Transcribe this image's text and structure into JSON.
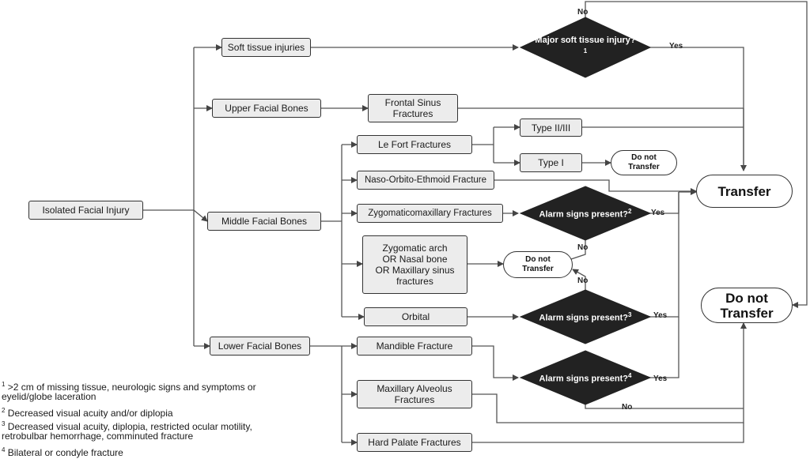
{
  "boxes": {
    "isolated": "Isolated Facial Injury",
    "soft_tissue": "Soft tissue injuries",
    "upper": "Upper Facial Bones",
    "middle": "Middle Facial Bones",
    "lower": "Lower Facial Bones",
    "frontal": "Frontal Sinus Fractures",
    "lefort": "Le Fort Fractures",
    "type23": "Type II/III",
    "type1": "Type I",
    "noe": "Naso-Orbito-Ethmoid Fracture",
    "zmc": "Zygomaticomaxillary Fractures",
    "zygarch": "Zygomatic arch OR Nasal bone OR Maxillary sinus fractures",
    "orbital": "Orbital",
    "mandible": "Mandible Fracture",
    "maxalv": "Maxillary Alveolus Fractures",
    "hardpalate": "Hard Palate Fractures"
  },
  "decisions": {
    "soft": "Major soft tissue injury?",
    "soft_sup": "1",
    "alarm2": "Alarm signs present?",
    "alarm2_sup": "2",
    "alarm3": "Alarm signs present?",
    "alarm3_sup": "3",
    "alarm4": "Alarm signs present?",
    "alarm4_sup": "4"
  },
  "outcomes": {
    "transfer": "Transfer",
    "do_not_transfer": "Do not Transfer",
    "do_not_transfer_small": "Do not Transfer"
  },
  "labels": {
    "yes": "Yes",
    "no": "No"
  },
  "footnotes": [
    {
      "sup": "1",
      "text": " >2 cm of missing tissue, neurologic signs and symptoms or"
    },
    {
      "sup": "",
      "text": "eyelid/globe laceration"
    },
    {
      "sup": "2",
      "text": " Decreased visual acuity and/or diplopia"
    },
    {
      "sup": "3",
      "text": " Decreased visual acuity, diplopia, restricted ocular motility,"
    },
    {
      "sup": "",
      "text": "retrobulbar hemorrhage, comminuted fracture"
    },
    {
      "sup": "4",
      "text": " Bilateral or condyle fracture"
    }
  ],
  "colors": {
    "box_fill": "#ececec",
    "diamond_fill": "#222222",
    "line": "#444444"
  }
}
